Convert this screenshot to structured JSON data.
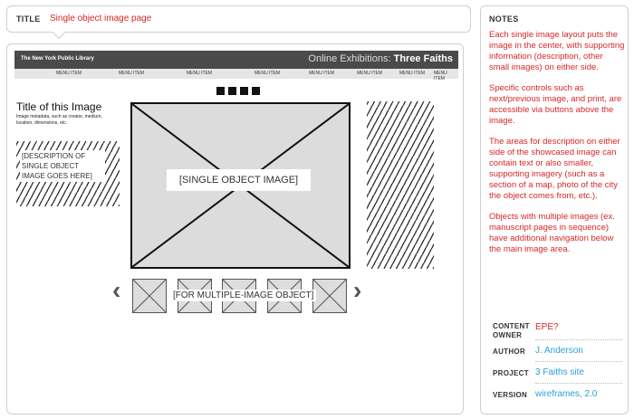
{
  "title_box": {
    "label": "TITLE",
    "value": "Single object image page"
  },
  "site": {
    "library": "The New York Public Library",
    "exhibition_prefix": "Online Exhibitions: ",
    "exhibition_name": "Three Faiths",
    "menu_items": [
      "MENU ITEM",
      "MENU ITEM",
      "MENU ITEM",
      "MENU ITEM",
      "MENU ITEM",
      "MENU ITEM",
      "MENU ITEM",
      "MENU ITEM"
    ]
  },
  "image_page": {
    "title": "Title of this Image",
    "metadata": "Image metadata, such as creator, medium, location, dimensions, etc.",
    "description_placeholder": "[DESCRIPTION OF SINGLE OBJECT IMAGE GOES HERE]",
    "main_image_placeholder": "[SINGLE OBJECT IMAGE]",
    "multi_image_placeholder": "[FOR MULTIPLE-IMAGE OBJECT]",
    "prev_arrow": "‹",
    "next_arrow": "›"
  },
  "notes": {
    "label": "NOTES",
    "paragraphs": [
      "Each single image layout puts the image in the center, with supporting information (description, other small images) on either side.",
      "Specific controls such as next/previous image, and print, are accessible via buttons above the image.",
      "The areas for description on either side of the showcased image can contain text or also smaller, supporting imagery (such as a section of a map, photo of the city the object comes from, etc.).",
      "Objects with multiple images (ex. manuscript pages in sequence) have additional navigation below the main image area."
    ]
  },
  "meta": {
    "content_owner_label": "CONTENT OWNER",
    "content_owner": "EPE?",
    "author_label": "AUTHOR",
    "author": "J. Anderson",
    "project_label": "PROJECT",
    "project": "3 Faiths site",
    "version_label": "VERSION",
    "version": "wireframes, 2.0"
  },
  "colors": {
    "annotation": "#d62728",
    "link": "#2a9fd8",
    "header_bar": "#4a4a4a"
  }
}
